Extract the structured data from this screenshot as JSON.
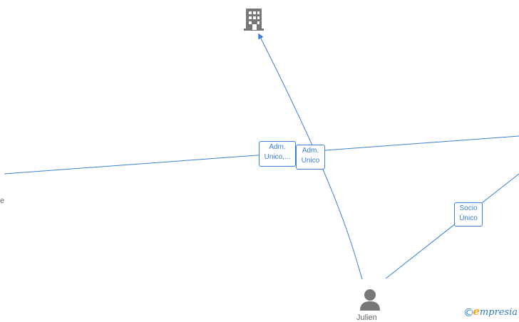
{
  "edges": [
    {
      "label_line1": "Adm.",
      "label_line2": "Unico,..."
    },
    {
      "label_line1": "Adm.",
      "label_line2": "Unico"
    },
    {
      "label_line1": "Socio",
      "label_line2": "Único"
    }
  ],
  "nodes": {
    "left_partial_label": "e",
    "person_name": "Julien"
  },
  "footer": {
    "copyright_symbol": "©",
    "brand_initial": "e",
    "brand_rest": "mpresia"
  },
  "colors": {
    "edge": "#3a7fd5",
    "icon": "#777777",
    "brand": "#2a7fb5",
    "brand_accent": "#f5a21b"
  },
  "icons": [
    "building-icon",
    "person-icon"
  ]
}
